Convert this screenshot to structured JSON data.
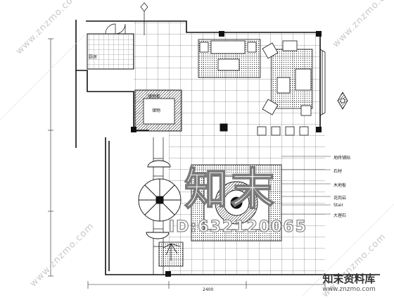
{
  "watermark": {
    "id_text": "ID:632120065",
    "logo_text": "知末",
    "site_diagonal": "www.znzmo.com",
    "brand_name": "知末资料库",
    "brand_url": "www.znzmo.com"
  },
  "plan_labels": {
    "room_upper_left": "厨房",
    "cabinet_top": "储物柜",
    "cabinet_bottom": "储物",
    "right_notes": [
      "地砖铺贴",
      "石材",
      "木地板",
      "花岗岩",
      "Stair",
      "大理石"
    ],
    "dim_top": "2400"
  },
  "colors": {
    "line": "#1a1a1a",
    "grid": "#555555",
    "watermark": "#c9c9c9"
  }
}
